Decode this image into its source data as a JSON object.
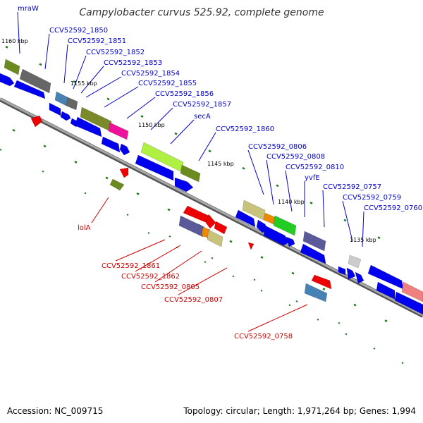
{
  "title": "Campylobacter curvus 525.92, complete genome",
  "footer": {
    "accession": "Accession: NC_009715",
    "summary": "Topology: circular; Length: 1,971,264 bp; Genes: 1,994"
  },
  "colors": {
    "label_forward": "#0000cc",
    "label_reverse": "#cc0000",
    "backbone": "#888888",
    "cds_forward": "#0000ee",
    "cds_reverse": "#ee0000",
    "ticks": "#227722"
  },
  "ruler": [
    {
      "label": "1160 kbp"
    },
    {
      "label": "1155 kbp"
    },
    {
      "label": "1150 kbp"
    },
    {
      "label": "1145 kbp"
    },
    {
      "label": "1140 kbp"
    },
    {
      "label": "1135 kbp"
    }
  ],
  "labels": [
    {
      "text": "mraW",
      "strand": "forward"
    },
    {
      "text": "CCV52592_1850",
      "strand": "forward"
    },
    {
      "text": "CCV52592_1851",
      "strand": "forward"
    },
    {
      "text": "CCV52592_1852",
      "strand": "forward"
    },
    {
      "text": "CCV52592_1853",
      "strand": "forward"
    },
    {
      "text": "CCV52592_1854",
      "strand": "forward"
    },
    {
      "text": "CCV52592_1855",
      "strand": "forward"
    },
    {
      "text": "CCV52592_1856",
      "strand": "forward"
    },
    {
      "text": "CCV52592_1857",
      "strand": "forward"
    },
    {
      "text": "secA",
      "strand": "forward"
    },
    {
      "text": "CCV52592_1860",
      "strand": "forward"
    },
    {
      "text": "CCV52592_0806",
      "strand": "forward"
    },
    {
      "text": "CCV52592_0808",
      "strand": "forward"
    },
    {
      "text": "CCV52592_0810",
      "strand": "forward"
    },
    {
      "text": "yvfE",
      "strand": "forward"
    },
    {
      "text": "CCV52592_0757",
      "strand": "forward"
    },
    {
      "text": "CCV52592_0759",
      "strand": "forward"
    },
    {
      "text": "CCV52592_0760",
      "strand": "forward"
    },
    {
      "text": "lolA",
      "strand": "reverse"
    },
    {
      "text": "CCV52592_1861",
      "strand": "reverse"
    },
    {
      "text": "CCV52592_1862",
      "strand": "reverse"
    },
    {
      "text": "CCV52592_0805",
      "strand": "reverse"
    },
    {
      "text": "CCV52592_0807",
      "strand": "reverse"
    },
    {
      "text": "CCV52592_0758",
      "strand": "reverse"
    }
  ]
}
